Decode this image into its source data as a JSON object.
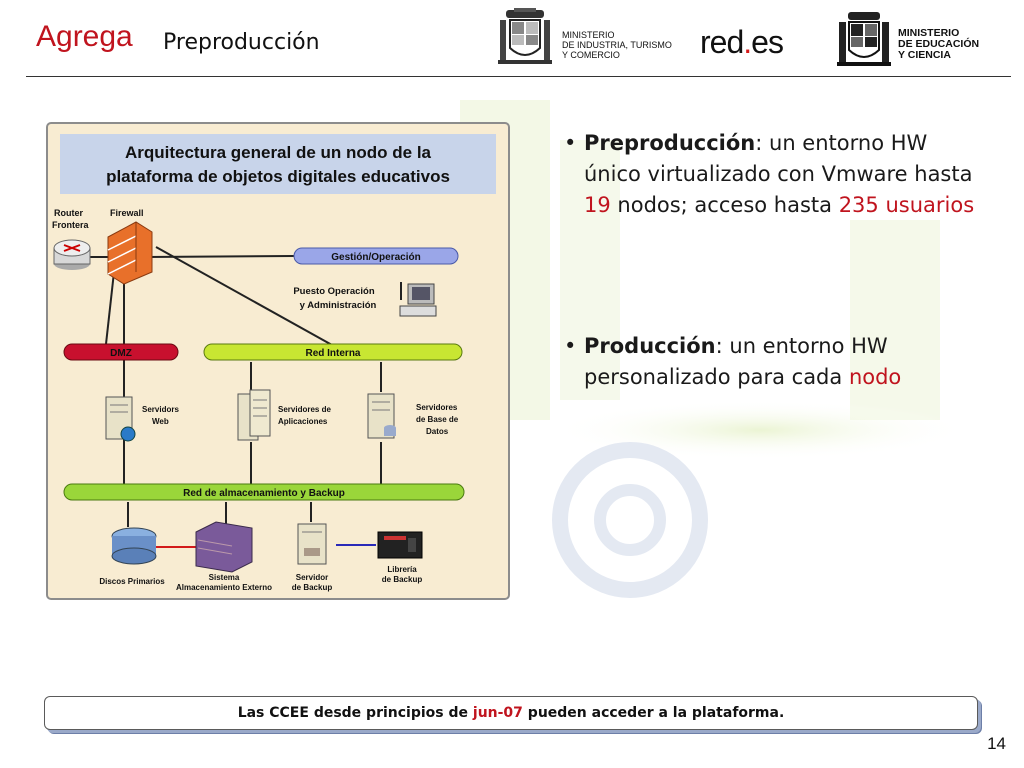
{
  "header": {
    "brand": "Agrega",
    "subtitle": "Preproducción",
    "ministry_industria": [
      "MINISTERIO",
      "DE INDUSTRIA, TURISMO",
      "Y COMERCIO"
    ],
    "redes_a": "red",
    "redes_dot": ".",
    "redes_b": "es",
    "ministry_educacion": [
      "MINISTERIO",
      "DE EDUCACIÓN",
      "Y CIENCIA"
    ]
  },
  "diagram": {
    "title_line1": "Arquitectura general de un nodo de la",
    "title_line2": "plataforma de objetos digitales educativos",
    "router_line1": "Router",
    "router_line2": "Frontera",
    "firewall": "Firewall",
    "gestion": "Gestión/Operación",
    "puesto_line1": "Puesto Operación",
    "puesto_line2": "y Administración",
    "dmz": "DMZ",
    "red_interna": "Red Interna",
    "serv_web_line1": "Servidors",
    "serv_web_line2": "Web",
    "serv_app_line1": "Servidores de",
    "serv_app_line2": "Aplicaciones",
    "serv_db_line1": "Servidores",
    "serv_db_line2": "de Base de",
    "serv_db_line3": "Datos",
    "almacenamiento": "Red de almacenamiento y Backup",
    "discos": "Discos Primarios",
    "sistema_line1": "Sistema",
    "sistema_line2": "Almacenamiento Externo",
    "backup_line1": "Servidor",
    "backup_line2": "de Backup",
    "libreria_line1": "Librería",
    "libreria_line2": "de Backup"
  },
  "bullets": [
    {
      "bold": "Preproducción",
      "text1": ": un entorno HW único virtualizado con Vmware hasta ",
      "hl1": "19",
      "text2": " nodos; acceso hasta ",
      "hl2": "235 usuarios"
    },
    {
      "bold": "Producción",
      "text1": ": un entorno HW personalizado para cada ",
      "hl1": "nodo"
    }
  ],
  "footer": {
    "text1": "Las CCEE desde principios de ",
    "highlight": "jun-07",
    "text2": " pueden acceder a la plataforma."
  },
  "page_number": "14",
  "colors": {
    "accent_red": "#c0141e",
    "dmz": "#c8102e",
    "green_bus": "#a8d63a",
    "gestion_bus": "#9aa6e8",
    "diagram_bg": "#f8ecd2"
  }
}
